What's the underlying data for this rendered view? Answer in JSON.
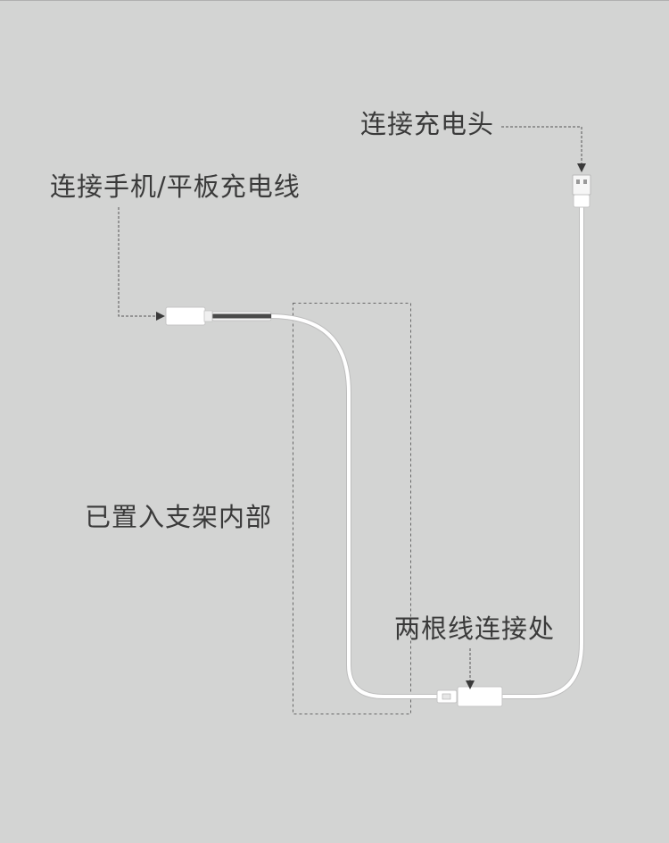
{
  "labels": {
    "charger_head": "连接充电头",
    "device_cable": "连接手机/平板充电线",
    "inside_stand": "已置入支架内部",
    "junction": "两根线连接处"
  },
  "colors": {
    "background": "#d3d4d3",
    "text": "#3a3a3a",
    "cable": "#ffffff",
    "cable_shadow": "#bdbdbd",
    "leader": "#555555",
    "metal": "#555555"
  }
}
